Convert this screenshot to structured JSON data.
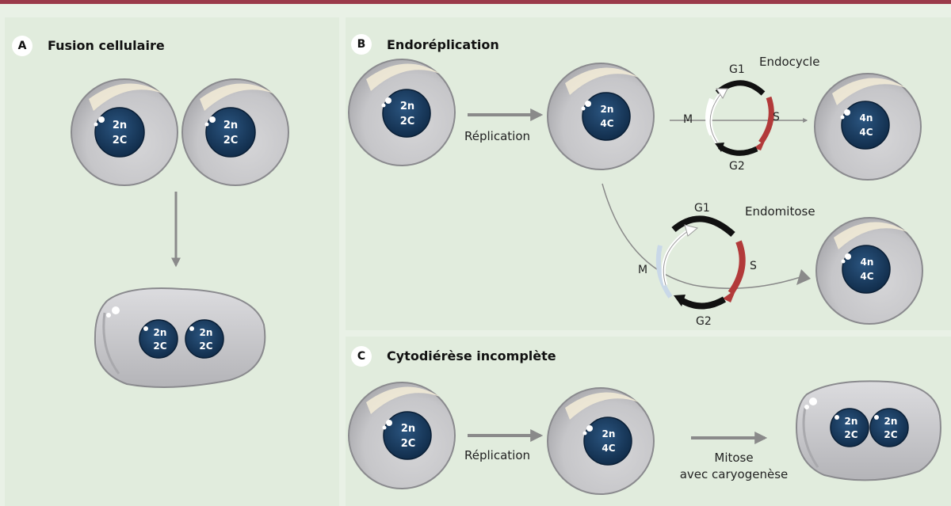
{
  "colors": {
    "background": "#e9f1e6",
    "panel": "#e1ecdd",
    "top_bar": "#9b3a4a",
    "nucleus": "#17375c",
    "s_phase": "#b23a3a",
    "arrow": "#8a8a8a"
  },
  "panelA": {
    "badge": "A",
    "title": "Fusion cellulaire",
    "cell1": {
      "ploidy": "2n",
      "dna": "2C"
    },
    "cell2": {
      "ploidy": "2n",
      "dna": "2C"
    },
    "fused": {
      "nucleus1": {
        "ploidy": "2n",
        "dna": "2C"
      },
      "nucleus2": {
        "ploidy": "2n",
        "dna": "2C"
      }
    }
  },
  "panelB": {
    "badge": "B",
    "title": "Endoréplication",
    "start_cell": {
      "ploidy": "2n",
      "dna": "2C"
    },
    "replication_label": "Réplication",
    "replicated_cell": {
      "ploidy": "2n",
      "dna": "4C"
    },
    "endocycle": {
      "title": "Endocycle",
      "g1": "G1",
      "s": "S",
      "g2": "G2",
      "m": "M",
      "result": {
        "ploidy": "4n",
        "dna": "4C"
      }
    },
    "endomitose": {
      "title": "Endomitose",
      "g1": "G1",
      "s": "S",
      "g2": "G2",
      "m": "M",
      "result": {
        "ploidy": "4n",
        "dna": "4C"
      }
    }
  },
  "panelC": {
    "badge": "C",
    "title": "Cytodiérèse incomplète",
    "start_cell": {
      "ploidy": "2n",
      "dna": "2C"
    },
    "replication_label": "Réplication",
    "replicated_cell": {
      "ploidy": "2n",
      "dna": "4C"
    },
    "mitosis_label_line1": "Mitose",
    "mitosis_label_line2": "avec caryogenèse",
    "final": {
      "nucleus1": {
        "ploidy": "2n",
        "dna": "2C"
      },
      "nucleus2": {
        "ploidy": "2n",
        "dna": "2C"
      }
    }
  }
}
